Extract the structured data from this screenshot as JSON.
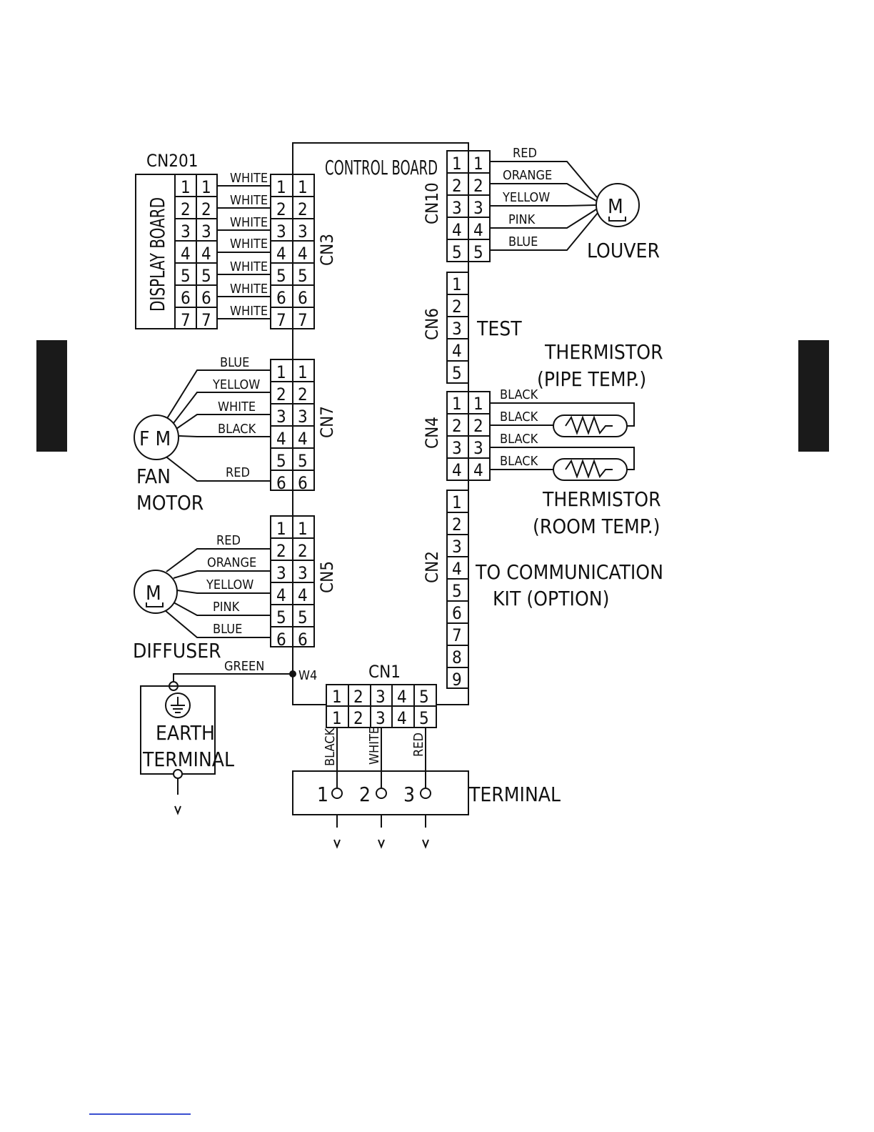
{
  "side_tabs": {
    "left": "",
    "right": ""
  },
  "control_board": {
    "title": "CONTROL BOARD"
  },
  "display_board": {
    "connector": "CN201",
    "label": "DISPLAY BOARD",
    "pins": [
      "1",
      "2",
      "3",
      "4",
      "5",
      "6",
      "7"
    ],
    "wires": [
      "WHITE",
      "WHITE",
      "WHITE",
      "WHITE",
      "WHITE",
      "WHITE",
      "WHITE"
    ]
  },
  "cn3": {
    "label": "CN3",
    "pins": [
      "1",
      "2",
      "3",
      "4",
      "5",
      "6",
      "7"
    ]
  },
  "cn10": {
    "label": "CN10",
    "pins": [
      "1",
      "2",
      "3",
      "4",
      "5"
    ],
    "wires": [
      "RED",
      "ORANGE",
      "YELLOW",
      "PINK",
      "BLUE"
    ]
  },
  "louver": {
    "label": "LOUVER",
    "symbol": "M"
  },
  "cn6": {
    "label": "CN6",
    "pins": [
      "1",
      "2",
      "3",
      "4",
      "5"
    ],
    "note": "TEST"
  },
  "cn7": {
    "label": "CN7",
    "pins": [
      "1",
      "2",
      "3",
      "4",
      "5",
      "6"
    ]
  },
  "fan_motor": {
    "symbol": "F M",
    "label_1": "FAN",
    "label_2": "MOTOR",
    "wires": [
      "BLUE",
      "YELLOW",
      "WHITE",
      "BLACK",
      "RED"
    ]
  },
  "cn4": {
    "label": "CN4",
    "pins": [
      "1",
      "2",
      "3",
      "4"
    ],
    "wires": [
      "BLACK",
      "BLACK",
      "BLACK",
      "BLACK"
    ]
  },
  "thermistor_pipe": {
    "line_1": "THERMISTOR",
    "line_2": "(PIPE TEMP.)"
  },
  "thermistor_room": {
    "line_1": "THERMISTOR",
    "line_2": "(ROOM TEMP.)"
  },
  "cn5": {
    "label": "CN5",
    "pins": [
      "1",
      "2",
      "3",
      "4",
      "5",
      "6"
    ]
  },
  "diffuser": {
    "label": "DIFFUSER",
    "symbol": "M",
    "wires": [
      "RED",
      "ORANGE",
      "YELLOW",
      "PINK",
      "BLUE"
    ]
  },
  "cn2": {
    "label": "CN2",
    "pins": [
      "1",
      "2",
      "3",
      "4",
      "5",
      "6",
      "7",
      "8",
      "9"
    ],
    "note_1": "TO COMMUNICATION",
    "note_2": "KIT (OPTION)"
  },
  "ground": {
    "wire": "GREEN",
    "point": "W4",
    "label_1": "EARTH",
    "label_2": "TERMINAL"
  },
  "cn1": {
    "label": "CN1",
    "pins": [
      "1",
      "2",
      "3",
      "4",
      "5"
    ],
    "wires": [
      "BLACK",
      "WHITE",
      "RED"
    ]
  },
  "terminal": {
    "label": "TERMINAL",
    "pins": [
      "1",
      "2",
      "3"
    ]
  }
}
